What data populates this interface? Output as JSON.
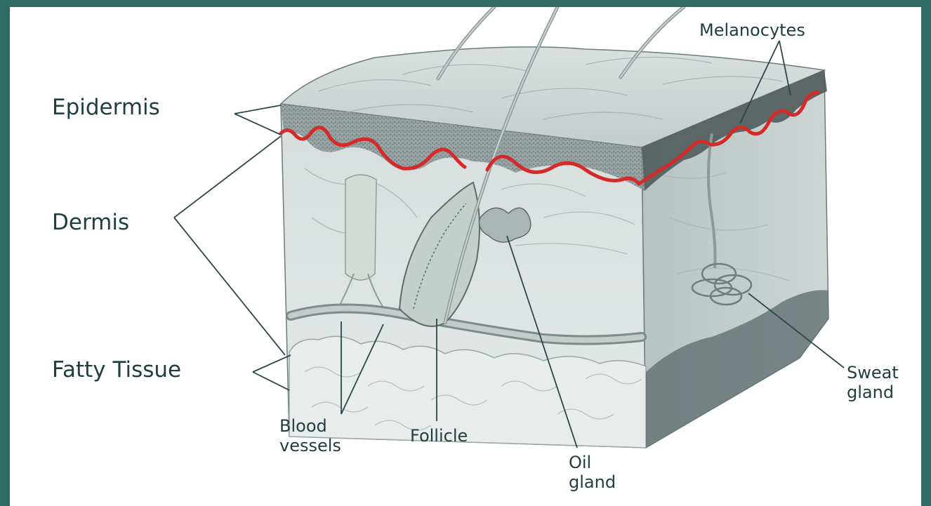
{
  "labels": {
    "epidermis": "Epidermis",
    "dermis": "Dermis",
    "fatty_tissue": "Fatty Tissue",
    "melanocytes": "Melanocytes",
    "sweat_gland": [
      "Sweat",
      "gland"
    ],
    "oil_gland": [
      "Oil",
      "gland"
    ],
    "follicle": "Follicle",
    "blood_vessels": [
      "Blood",
      "vessels"
    ]
  },
  "colors": {
    "frame_background": "#2f6a65",
    "label_text": "#1f3e3f",
    "epidermis_boundary": "#d42a2a",
    "tissue": "#cfd7d6"
  }
}
